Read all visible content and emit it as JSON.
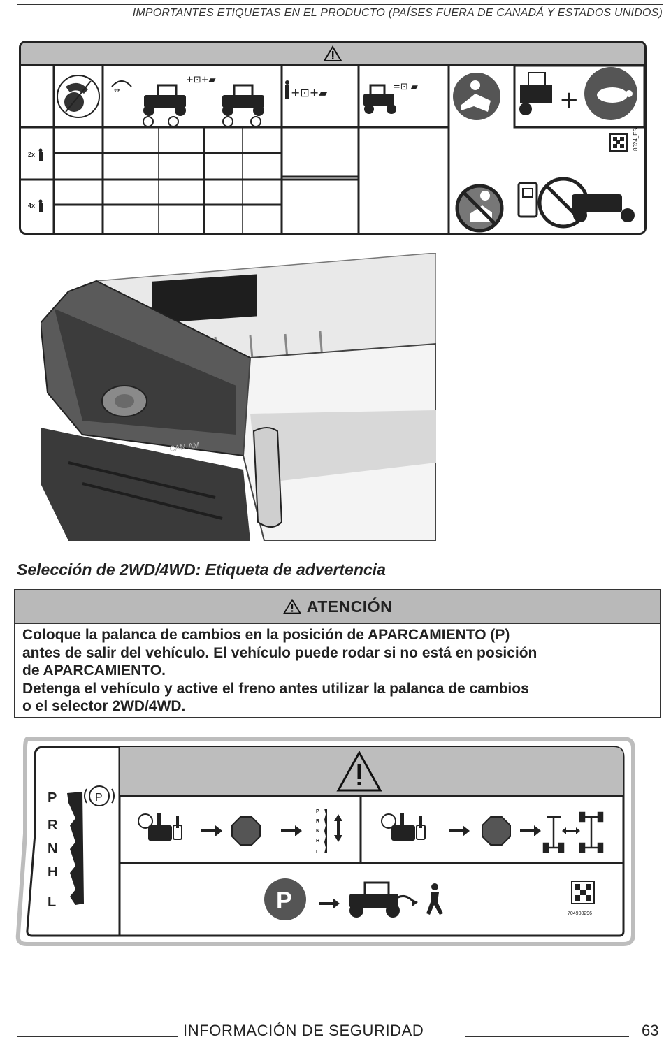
{
  "header": {
    "title": "IMPORTANTES ETIQUETAS EN EL PRODUCTO (PAÍSES FUERA DE CANADÁ Y ESTADOS UNIDOS)"
  },
  "label1": {
    "row1_marker": "2x",
    "row2_marker": "4x",
    "code": "8624_ES"
  },
  "section_title": "Selección de 2WD/4WD: Etiqueta de advertencia",
  "caution": {
    "title": "ATENCIÓN",
    "lines": [
      "Coloque la palanca de cambios en la posición de APARCAMIENTO (P)",
      "antes de salir del vehículo. El vehículo puede rodar si no está en posición",
      "de APARCAMIENTO.",
      "Detenga el vehículo y active el freno antes utilizar la palanca de cambios",
      "o el selector 2WD/4WD."
    ]
  },
  "label2": {
    "gears": [
      "P",
      "R",
      "N",
      "H",
      "L"
    ],
    "park_symbol": "P",
    "small_gears": [
      "P",
      "R",
      "N",
      "H",
      "L"
    ],
    "big_p": "P",
    "code": "704908296"
  },
  "footer": {
    "section": "INFORMACIÓN DE SEGURIDAD",
    "page": "63"
  }
}
